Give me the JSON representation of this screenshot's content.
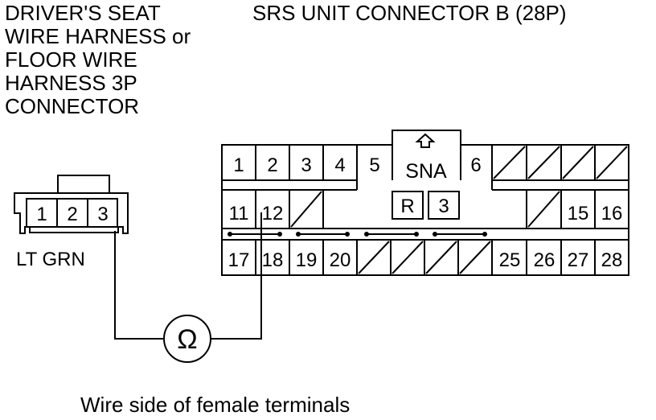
{
  "left_connector": {
    "title_lines": [
      "DRIVER'S SEAT",
      "WIRE HARNESS or",
      "FLOOR WIRE",
      "HARNESS 3P",
      "CONNECTOR"
    ],
    "pins": [
      "1",
      "2",
      "3"
    ],
    "wire_color": "LT GRN"
  },
  "right_connector": {
    "title": "SRS UNIT CONNECTOR B (28P)",
    "key_label": "SNA",
    "row1": [
      "1",
      "2",
      "3",
      "4",
      "5",
      "6"
    ],
    "row2": [
      "11",
      "12",
      "15",
      "16"
    ],
    "row3": [
      "17",
      "18",
      "19",
      "20",
      "25",
      "26",
      "27",
      "28"
    ],
    "inner_boxes": [
      "R",
      "3"
    ]
  },
  "meter": {
    "symbol": "Ω"
  },
  "footer": "Wire side of female terminals"
}
